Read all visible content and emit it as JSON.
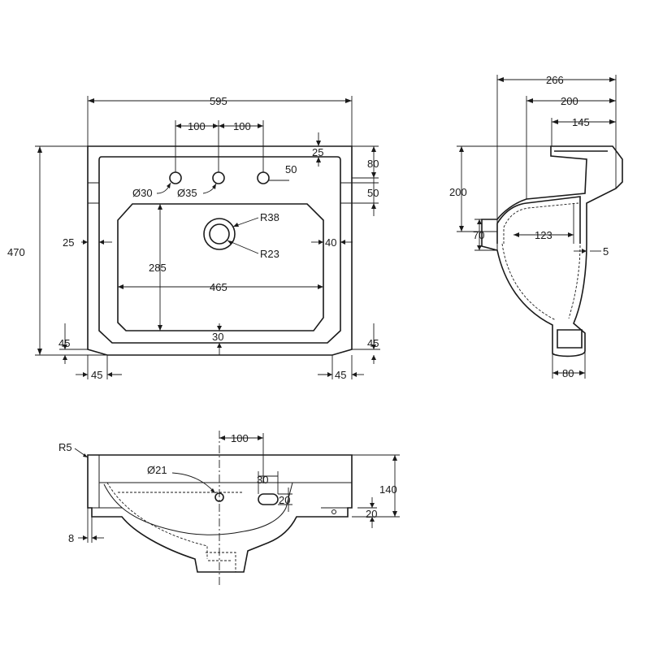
{
  "plan_view": {
    "width": "595",
    "tap_spacing_left": "100",
    "tap_spacing_right": "100",
    "depth": "470",
    "edge_25_top": "25",
    "edge_80": "80",
    "tap_offset_50": "50",
    "side_50": "50",
    "hole_30": "Ø30",
    "hole_35": "Ø35",
    "waste_outer": "R38",
    "waste_inner": "R23",
    "rim_left": "25",
    "rim_right": "40",
    "bowl_depth": "285",
    "bowl_width": "465",
    "front_rim": "30",
    "chamfer_left_v": "45",
    "chamfer_right_v": "45",
    "chamfer_left_h": "45",
    "chamfer_right_h": "45"
  },
  "side_view": {
    "overall": "266",
    "mid": "200",
    "inner": "145",
    "height": "200",
    "outlet_height": "70",
    "outlet_offset": "123",
    "wall": "5",
    "foot": "80"
  },
  "front_view": {
    "corner_radius": "R5",
    "tap_offset": "100",
    "overflow_hole": "Ø21",
    "overflow_width": "30",
    "overflow_height": "20",
    "height": "140",
    "base_20": "20",
    "left_8": "8"
  }
}
